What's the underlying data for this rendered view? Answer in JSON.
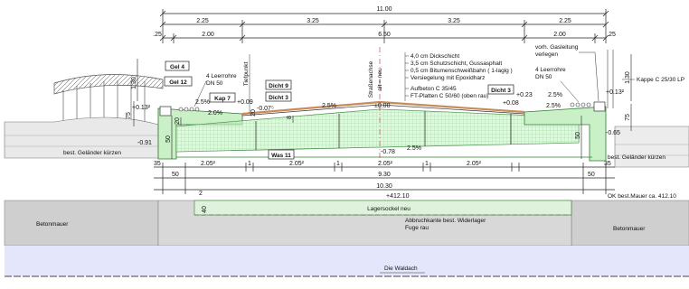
{
  "dimensions": {
    "total": "11.00",
    "row2": [
      "2.25",
      "3.25",
      "3.25",
      "2.25"
    ],
    "row3": [
      ".25",
      "2.00",
      "6.50",
      "2.00",
      ".25"
    ],
    "spans": [
      "2.05²",
      "1",
      "2.05²",
      "1",
      "2.05²",
      "1",
      "2.05²"
    ],
    "slab_width": "9.30",
    "base_width": "10.30",
    "side_left": "35",
    "side_left_lower": "50",
    "side_right": "35",
    "side_right_lower": "50",
    "railing_height": "1.30",
    "left_75": "75",
    "right_75": "75",
    "right_130": "1.30",
    "left_50": "50",
    "right_50": "50",
    "left_20": "20",
    "beam_20": "20",
    "beam_8": "8",
    "pedestal_40": "40",
    "pedestal_2": "2"
  },
  "levels": {
    "left_plus": "+0.13²",
    "left_deck": "+0.09",
    "left_deck2": "-0.07⁵",
    "axis_zero": "±0.00",
    "right_deck": "+0.08",
    "right_plus": "+0.23",
    "right_outer": "+0.13²",
    "left_low": "-0.91",
    "center_low": "-0.78",
    "right_low": "-0.65",
    "pedestal": "+412.10",
    "ok_mauer": "OK best.Mauer ca. 412.10"
  },
  "slopes": {
    "left": "2.5%",
    "left2": "2.0%",
    "center": "2.5%",
    "right1": "2.5%",
    "right2": "2.5%",
    "lower": "2.5%"
  },
  "tags": {
    "gel4": "Gel 4",
    "gel12": "Gel 12",
    "kap7": "Kap 7",
    "dicht9": "Dicht 9",
    "dicht3_left": "Dicht 3",
    "dicht3_right": "Dicht 3",
    "was11": "Was 11"
  },
  "labels": {
    "tiefpunkt": "Tiefpunkt",
    "axis": "Straßenachse",
    "axis2": "alt = neu",
    "leerrohre_left": [
      "4 Leerrohre",
      "DN 50"
    ],
    "leerrohre_right": [
      "4 Leerrohre",
      "DN 50"
    ],
    "gasleitung": [
      "vorh. Gasleitung",
      "verlegen"
    ],
    "kappe": "Kappe C 25/30 LP",
    "gelaender_left": "best. Geländer kürzen",
    "gelaender_right": "best. Geländer kürzen",
    "layers": [
      "4,0 cm Dickschicht",
      "3,5 cm Schutzschicht, Gussasphalt",
      "0,5 cm Bitumenschweißbahn ( 1-lagig )",
      "Versiegelung mit Epoxidharz",
      "Aufbeton C 35/45",
      "FT-Platten C 50/60 (oben rau)"
    ],
    "lagersockel": "Lagersockel neu",
    "abbruch": [
      "Abbruchkante best. Widerlager",
      "Fuge rau"
    ],
    "betonmauer_left": "Betonmauer",
    "betonmauer_right": "Betonmauer",
    "river": "Die Waldach"
  },
  "colors": {
    "slab": "#c9f0c6",
    "slab_line": "#2f7d2f",
    "hatch": "#4caf50",
    "wall": "#cfcfcf",
    "water": "#e4e7fb",
    "pedestal": "#dff3dc",
    "surface": "#c98b5a"
  }
}
